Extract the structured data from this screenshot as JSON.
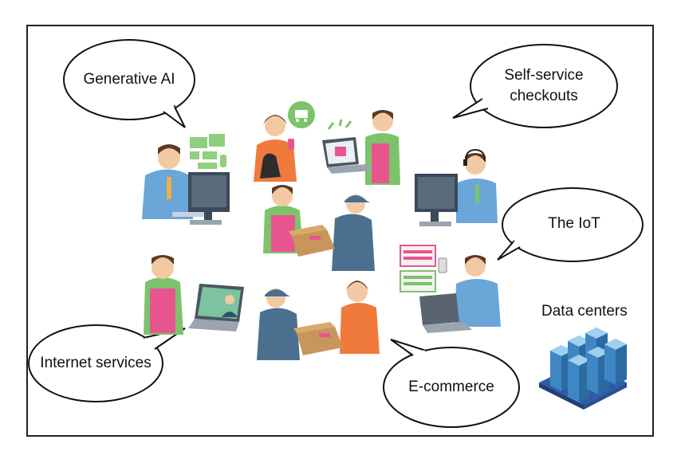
{
  "labels": {
    "generative_ai": "Generative AI",
    "self_service": "Self-service checkouts",
    "self_service_line1": "Self-service",
    "self_service_line2": "checkouts",
    "iot": "The IoT",
    "internet_services": "Internet services",
    "ecommerce": "E-commerce",
    "data_centers": "Data centers"
  },
  "colors": {
    "bubble_stroke": "#111111",
    "green_apron": "#7cc36b",
    "pink": "#e8558e",
    "blue_shirt": "#6aa6d8",
    "orange_shirt": "#f07a3c",
    "navy_jacket": "#4b6f8f",
    "box_brown": "#c8955a",
    "server_blue": "#3f86c4"
  }
}
